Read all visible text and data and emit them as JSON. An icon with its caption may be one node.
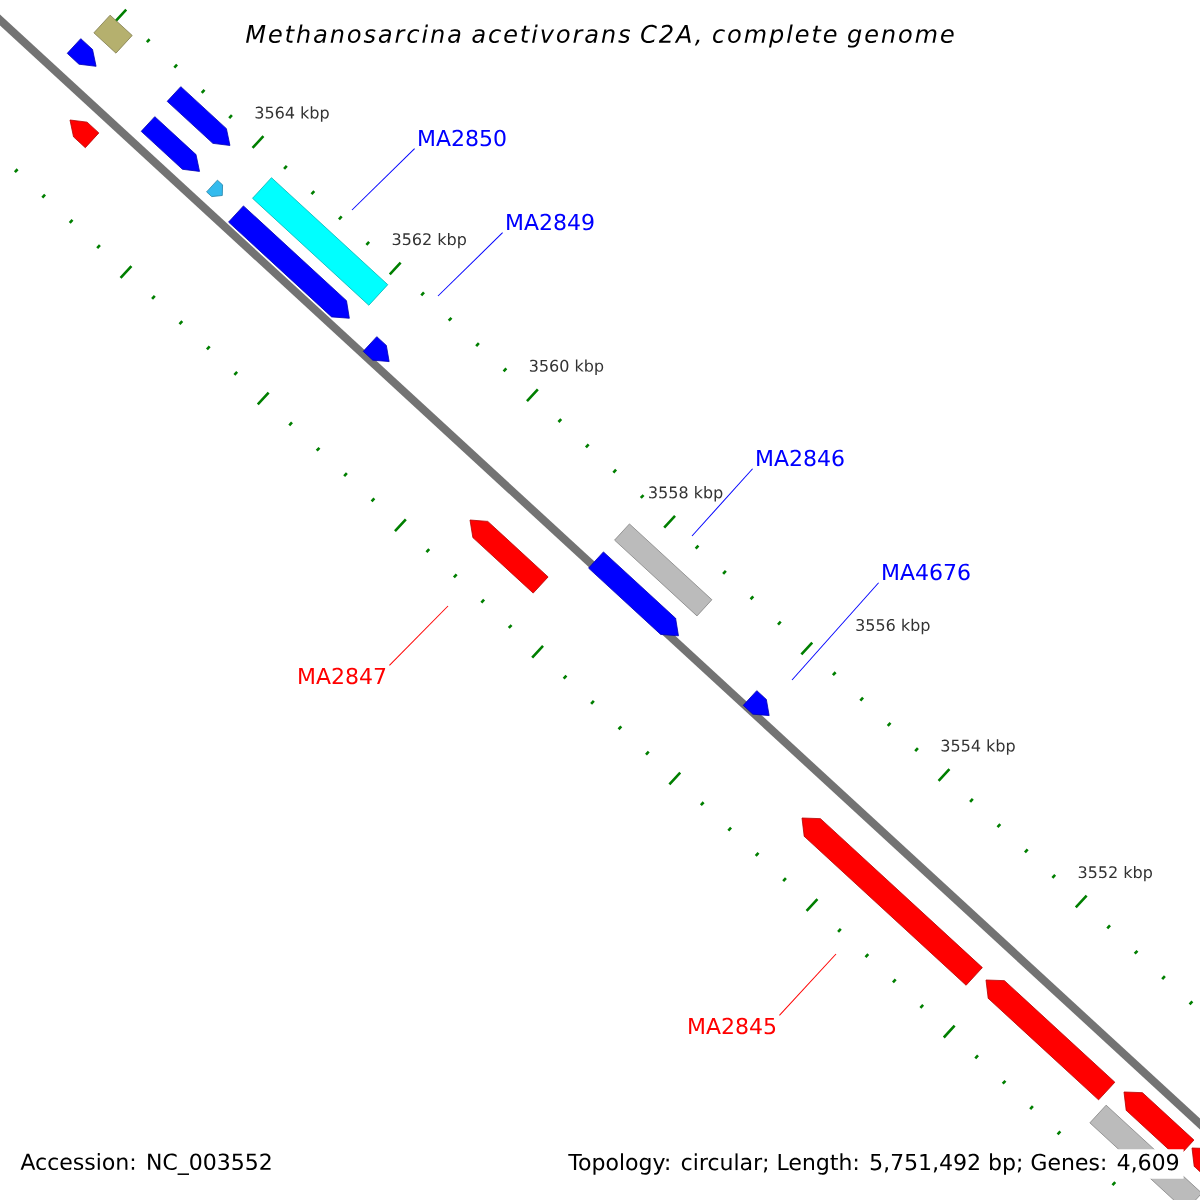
{
  "diagram": {
    "title": "Methanosarcina acetivorans C2A, complete genome",
    "nodes": [
      {
        "text": [
          "MA2850"
        ]
      },
      {
        "text": [
          "MA2849"
        ]
      },
      {
        "text": [
          "MA2846"
        ]
      },
      {
        "text": [
          "MA4676"
        ]
      },
      {
        "text": [
          "MA2847"
        ]
      },
      {
        "text": [
          "MA2845"
        ]
      }
    ],
    "edges": [
      {
        "from": 0,
        "to": null,
        "arrow": "none",
        "color": "#0000ff"
      },
      {
        "from": 1,
        "to": null,
        "arrow": "none",
        "color": "#0000ff"
      },
      {
        "from": 2,
        "to": null,
        "arrow": "none",
        "color": "#0000ff"
      },
      {
        "from": 3,
        "to": null,
        "arrow": "none",
        "color": "#0000ff"
      },
      {
        "from": 4,
        "to": null,
        "arrow": "none",
        "color": "#ff0000"
      },
      {
        "from": 5,
        "to": null,
        "arrow": "none",
        "color": "#ff0000"
      }
    ],
    "labels": [
      "3564 kbp",
      "3562 kbp",
      "3560 kbp",
      "3558 kbp",
      "3556 kbp",
      "3554 kbp",
      "3552 kbp",
      "Accession: NC_003552",
      "Topology: circular; Length: 5,751,492 bp; Genes: 4,609"
    ]
  }
}
